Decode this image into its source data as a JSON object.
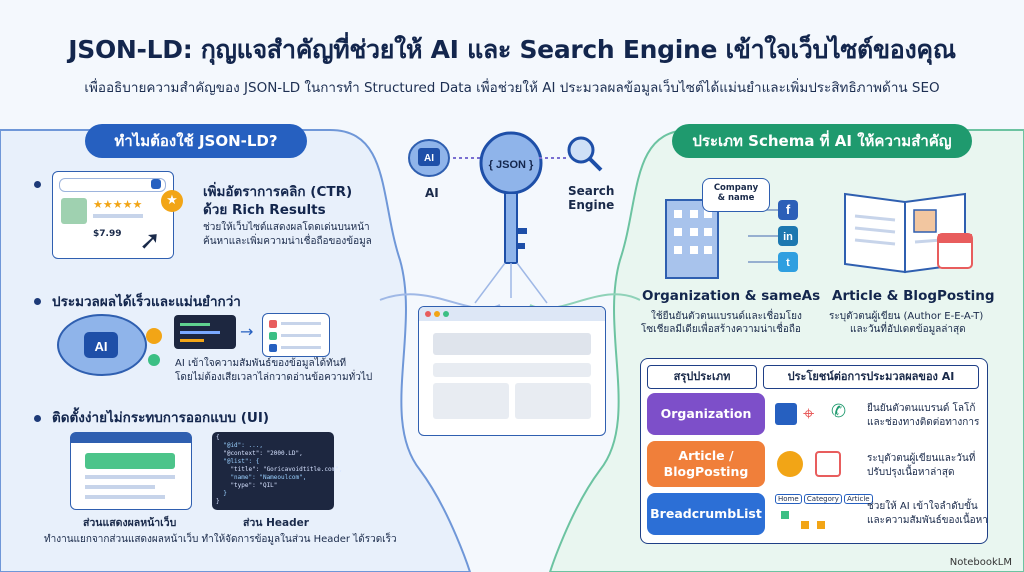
{
  "header": {
    "title": "JSON-LD: กุญแจสำคัญที่ช่วยให้ AI และ Search Engine เข้าใจเว็บไซต์ของคุณ",
    "subtitle": "เพื่ออธิบายความสำคัญของ JSON-LD ในการทำ Structured Data เพื่อช่วยให้ AI ประมวลผลข้อมูลเว็บไซต์ได้แม่นยำและเพิ่มประสิทธิภาพด้าน SEO"
  },
  "left": {
    "pill": "ทำไมต้องใช้ JSON-LD?",
    "item1": {
      "title1": "เพิ่มอัตราการคลิก (CTR)",
      "title2": "ด้วย Rich Results",
      "desc1": "ช่วยให้เว็บไซต์แสดงผลโดดเด่นบนหน้า",
      "desc2": "ค้นหาและเพิ่มความน่าเชื่อถือของข้อมูล",
      "price": "$7.99"
    },
    "item2": {
      "title": "ประมวลผลได้เร็วและแม่นยำกว่า",
      "ai": "AI",
      "desc1": "AI เข้าใจความสัมพันธ์ของข้อมูลได้ทันที",
      "desc2": "โดยไม่ต้องเสียเวลาไล่กวาดอ่านข้อความทั่วไป"
    },
    "item3": {
      "title": "ติดตั้งง่ายไม่กระทบการออกแบบ (UI)",
      "cap1": "ส่วนแสดงผลหน้าเว็บ",
      "cap2": "ส่วน Header",
      "desc": "ทำงานแยกจากส่วนแสดงผลหน้าเว็บ ทำให้จัดการข้อมูลในส่วน Header ได้รวดเร็ว",
      "code": [
        "{",
        "  \"@id\": ...,",
        "  \"@context\": \"2000.LD\",",
        "  \"@list\": {",
        "    \"title\": \"Goricavoidtitle.com\",",
        "    \"name\": \"Nameoulcom\",",
        "    \"type\": \"QIL\"",
        "  }",
        "}"
      ]
    }
  },
  "center": {
    "ai_label": "AI",
    "ai_chip": "AI",
    "json": "{ JSON }",
    "search1": "Search",
    "search2": "Engine"
  },
  "right": {
    "pill": "ประเภท Schema ที่ AI ให้ความสำคัญ",
    "org": {
      "bubble1": "Company",
      "bubble2": "& name",
      "title": "Organization & sameAs",
      "desc1": "ใช้ยืนยันตัวตนแบรนด์และเชื่อมโยง",
      "desc2": "โซเชียลมีเดียเพื่อสร้างความน่าเชื่อถือ"
    },
    "article": {
      "title": "Article & BlogPosting",
      "desc1": "ระบุตัวตนผู้เขียน (Author E-E-A-T)",
      "desc2": "และวันที่อัปเดตข้อมูลล่าสุด"
    },
    "table": {
      "h1": "สรุปประเภท Schema",
      "h2": "ประโยชน์ต่อการประมวลผลของ AI",
      "rows": [
        {
          "name1": "Organization",
          "name2": "",
          "d1": "ยืนยันตัวตนแบรนด์ โลโก้",
          "d2": "และช่องทางติดต่อทางการ",
          "color": "#7d4fc9"
        },
        {
          "name1": "Article /",
          "name2": "BlogPosting",
          "d1": "ระบุตัวตนผู้เขียนและวันที่",
          "d2": "ปรับปรุงเนื้อหาล่าสุด",
          "color": "#f07f3a"
        },
        {
          "name1": "BreadcrumbList",
          "name2": "",
          "d1": "ช่วยให้ AI เข้าใจลำดับขั้น",
          "d2": "และความสัมพันธ์ของเนื้อหา",
          "color": "#2c6fd6"
        }
      ],
      "crumbs": [
        "Home",
        "Category",
        "Article"
      ]
    }
  },
  "watermark": "NotebookLM",
  "colors": {
    "blue": "#2660c0",
    "green": "#1f9a6e",
    "navy": "#13264d"
  }
}
